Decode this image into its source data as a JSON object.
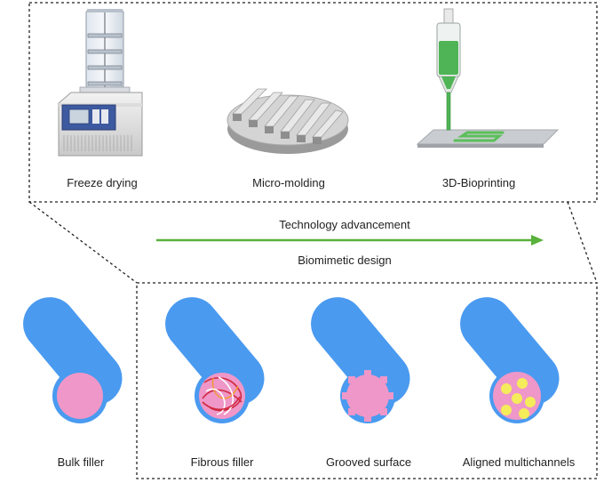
{
  "methods": {
    "freeze_drying": "Freeze drying",
    "micro_molding": "Micro-molding",
    "bioprinting": "3D-Bioprinting"
  },
  "arrow": {
    "top_label": "Technology advancement",
    "bottom_label": "Biomimetic design",
    "color": "#58b13a"
  },
  "fillers": {
    "bulk": "Bulk filler",
    "fibrous": "Fibrous filler",
    "grooved": "Grooved surface",
    "multichannel": "Aligned multichannels"
  },
  "colors": {
    "conduit": "#4a9af0",
    "filler": "#ef97c8",
    "channel": "#f4ec5a",
    "fiber_red": "#d0283f",
    "fiber_orange": "#f09a3a",
    "fiber_white": "#ffffff"
  }
}
